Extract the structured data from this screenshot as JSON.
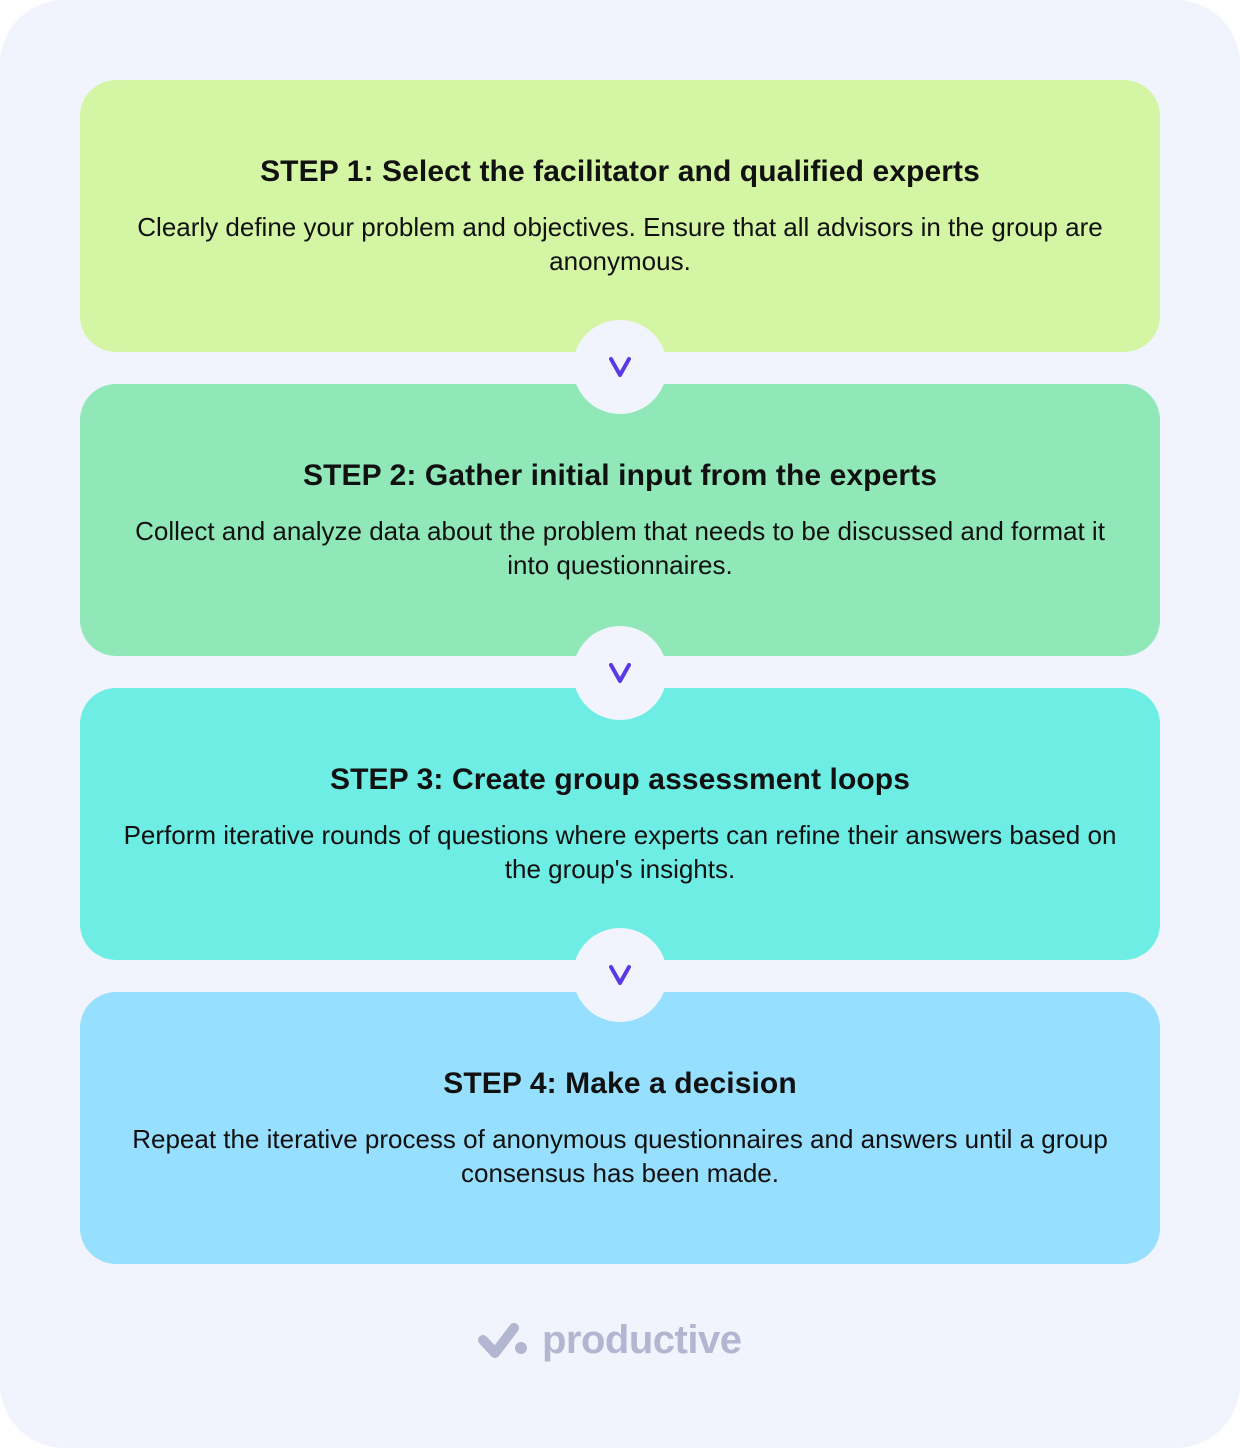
{
  "steps": [
    {
      "title": "STEP 1: Select the facilitator and qualified experts",
      "description": "Clearly define your problem and objectives. Ensure that all advisors in the group are anonymous.",
      "color": "#d4f5a3"
    },
    {
      "title": "STEP 2: Gather initial input from the experts",
      "description": "Collect and analyze data about the problem that needs to be discussed and format it into questionnaires.",
      "color": "#90e8b9"
    },
    {
      "title": "STEP 3: Create group assessment loops",
      "description": "Perform iterative rounds of questions where experts can refine their answers based on the group's insights.",
      "color": "#6eede4"
    },
    {
      "title": "STEP 4: Make a decision",
      "description": "Repeat the iterative process of anonymous questionnaires and answers until a group consensus has been made.",
      "color": "#97dffe"
    }
  ],
  "connector": {
    "icon": "chevron-down-icon",
    "color": "#5b3ae6"
  },
  "brand": {
    "name": "productive",
    "icon": "checkmark-logo-icon",
    "color": "#b3b6d1"
  },
  "background_color": "#f2f4fd"
}
